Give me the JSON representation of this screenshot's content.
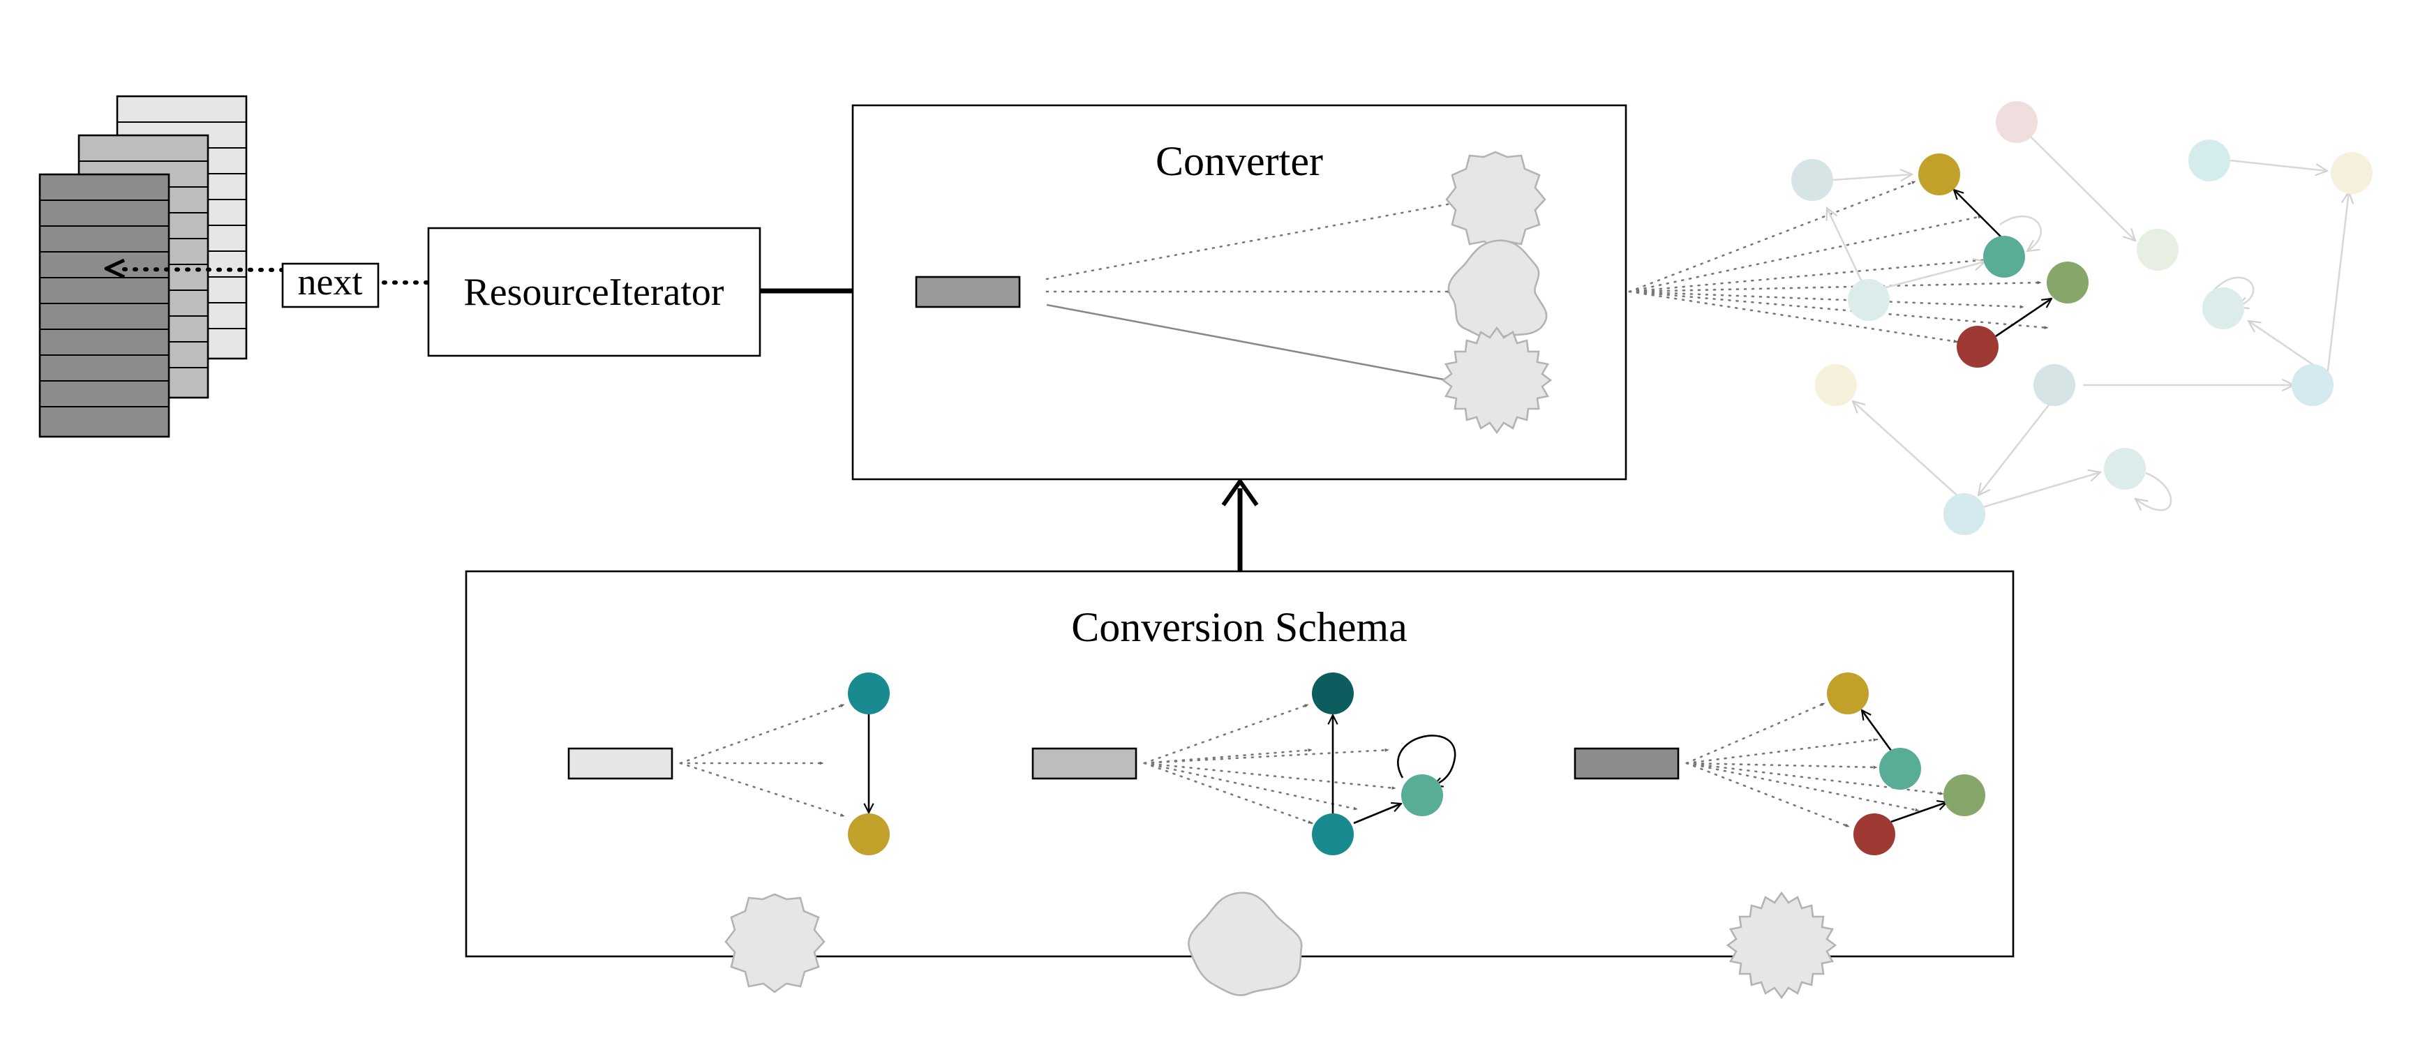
{
  "labels": {
    "converter": "Converter",
    "resource_iterator": "ResourceIterator",
    "next": "next",
    "conversion_schema": "Conversion Schema"
  },
  "colors": {
    "gold": "#c2a12b",
    "teal": "#1a8a91",
    "dark_teal": "#0e5d5e",
    "green_teal": "#58ad96",
    "olive_green": "#87a76a",
    "dark_red": "#9e3a33",
    "doc_light": "#e6e6e6",
    "doc_mid": "#bdbdbd",
    "doc_dark": "#8c8c8c",
    "gear": "#e6e6e6"
  },
  "icons": {
    "documents": "stacked-documents-icon",
    "gear": "gear-icon",
    "resource": "resource-bar-icon",
    "graph_node": "graph-node-icon"
  }
}
